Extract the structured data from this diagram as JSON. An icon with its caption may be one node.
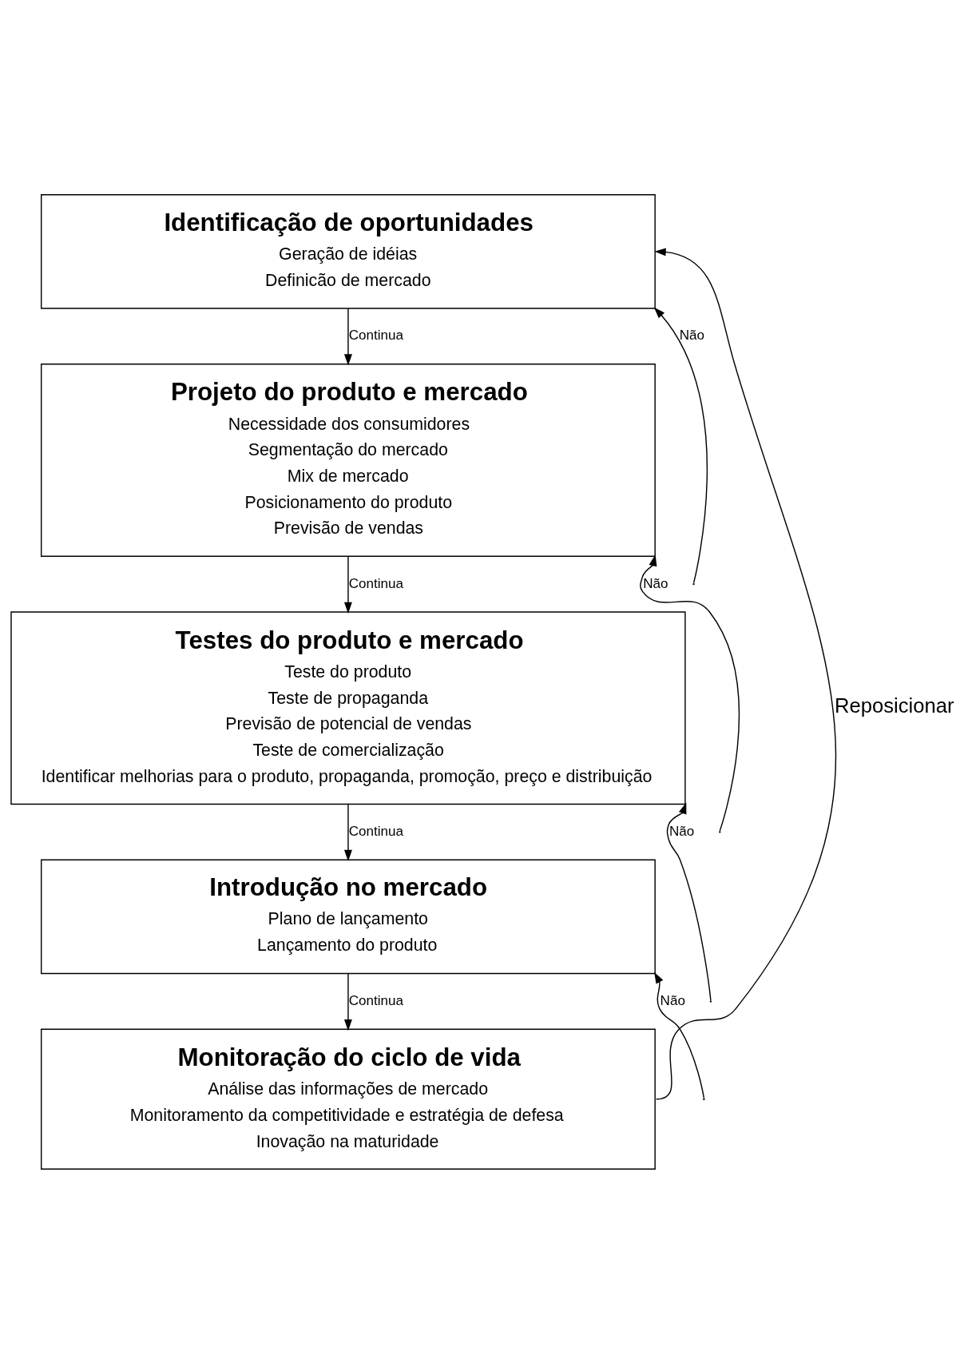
{
  "diagram": {
    "nodes": [
      {
        "text": [
          "Identificação de oportunidades",
          "Geração de idéias",
          "Definicão de mercado"
        ]
      },
      {
        "text": [
          "Projeto do produto e mercado",
          "Necessidade dos consumidores",
          "Segmentação do mercado",
          "Mix de mercado",
          "Posicionamento do produto",
          "Previsão de vendas"
        ]
      },
      {
        "text": [
          "Testes do produto e mercado",
          "Teste do produto",
          "Teste de propaganda",
          "Previsão de potencial de vendas",
          "Teste de comercialização",
          "Identificar melhorias para o produto, propaganda, promoção, preço e distribuição"
        ]
      },
      {
        "text": [
          "Introdução no mercado",
          "Plano de lançamento",
          "Lançamento do produto"
        ]
      },
      {
        "text": [
          "Monitoração do ciclo de vida",
          "Análise das informações de mercado",
          "Monitoramento da competitividade e estratégia de defesa",
          "Inovação na maturidade"
        ]
      }
    ],
    "edges": [
      {
        "from": 0,
        "to": 1,
        "arrow": "to",
        "label": "Continua"
      },
      {
        "from": null,
        "to": 0,
        "arrow": "to",
        "label": "Não"
      },
      {
        "from": 1,
        "to": 2,
        "arrow": "to",
        "label": "Continua"
      },
      {
        "from": null,
        "to": 1,
        "arrow": "to",
        "label": "Não"
      },
      {
        "from": 2,
        "to": 3,
        "arrow": "to",
        "label": "Continua"
      },
      {
        "from": null,
        "to": 2,
        "arrow": "to",
        "label": "Não"
      },
      {
        "from": 3,
        "to": 4,
        "arrow": "to",
        "label": "Continua"
      },
      {
        "from": null,
        "to": 3,
        "arrow": "to",
        "label": "Não"
      },
      {
        "from": 4,
        "to": 0,
        "arrow": "to",
        "label": "Reposicionar"
      }
    ]
  }
}
